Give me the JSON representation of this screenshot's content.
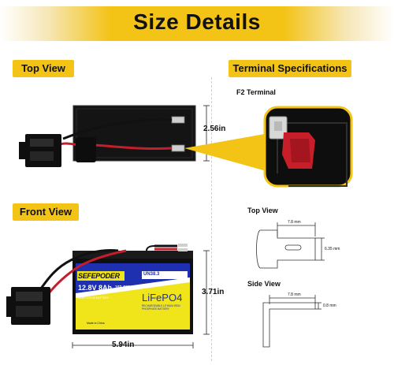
{
  "banner": {
    "title": "Size Details"
  },
  "sections": {
    "top_view": "Top View",
    "front_view": "Front View",
    "terminal_specs": "Terminal Specifications"
  },
  "terminal": {
    "f2_label": "F2 Terminal",
    "top_view_label": "Top View",
    "side_view_label": "Side  View",
    "dim_width": "7.8 mm",
    "dim_height": "6.35 mm",
    "dim_side_width": "7.8 mm",
    "dim_thickness": "0.8 mm"
  },
  "dimensions": {
    "height_top": "2.56in",
    "height_front": "3.71in",
    "width_front": "5.94in"
  },
  "battery_label": {
    "brand": "SEFEPODER",
    "voltage_capacity": "12.8V 8Ah",
    "energy": "102.4Wh",
    "model": "MODEL: LBP12E8",
    "type": "DEEP CYCLE BATTERY",
    "chemistry": "LiFePO4",
    "rechargeable": "RECHARGEABLE LITHIUM IRON PHOSPHATE BATTERY",
    "cert": "UN38.3",
    "origin": "Made in China"
  },
  "colors": {
    "accent": "#f3c316",
    "battery_body": "#111111",
    "label_blue": "#1e2fb0",
    "label_yellow": "#f0e41a"
  }
}
